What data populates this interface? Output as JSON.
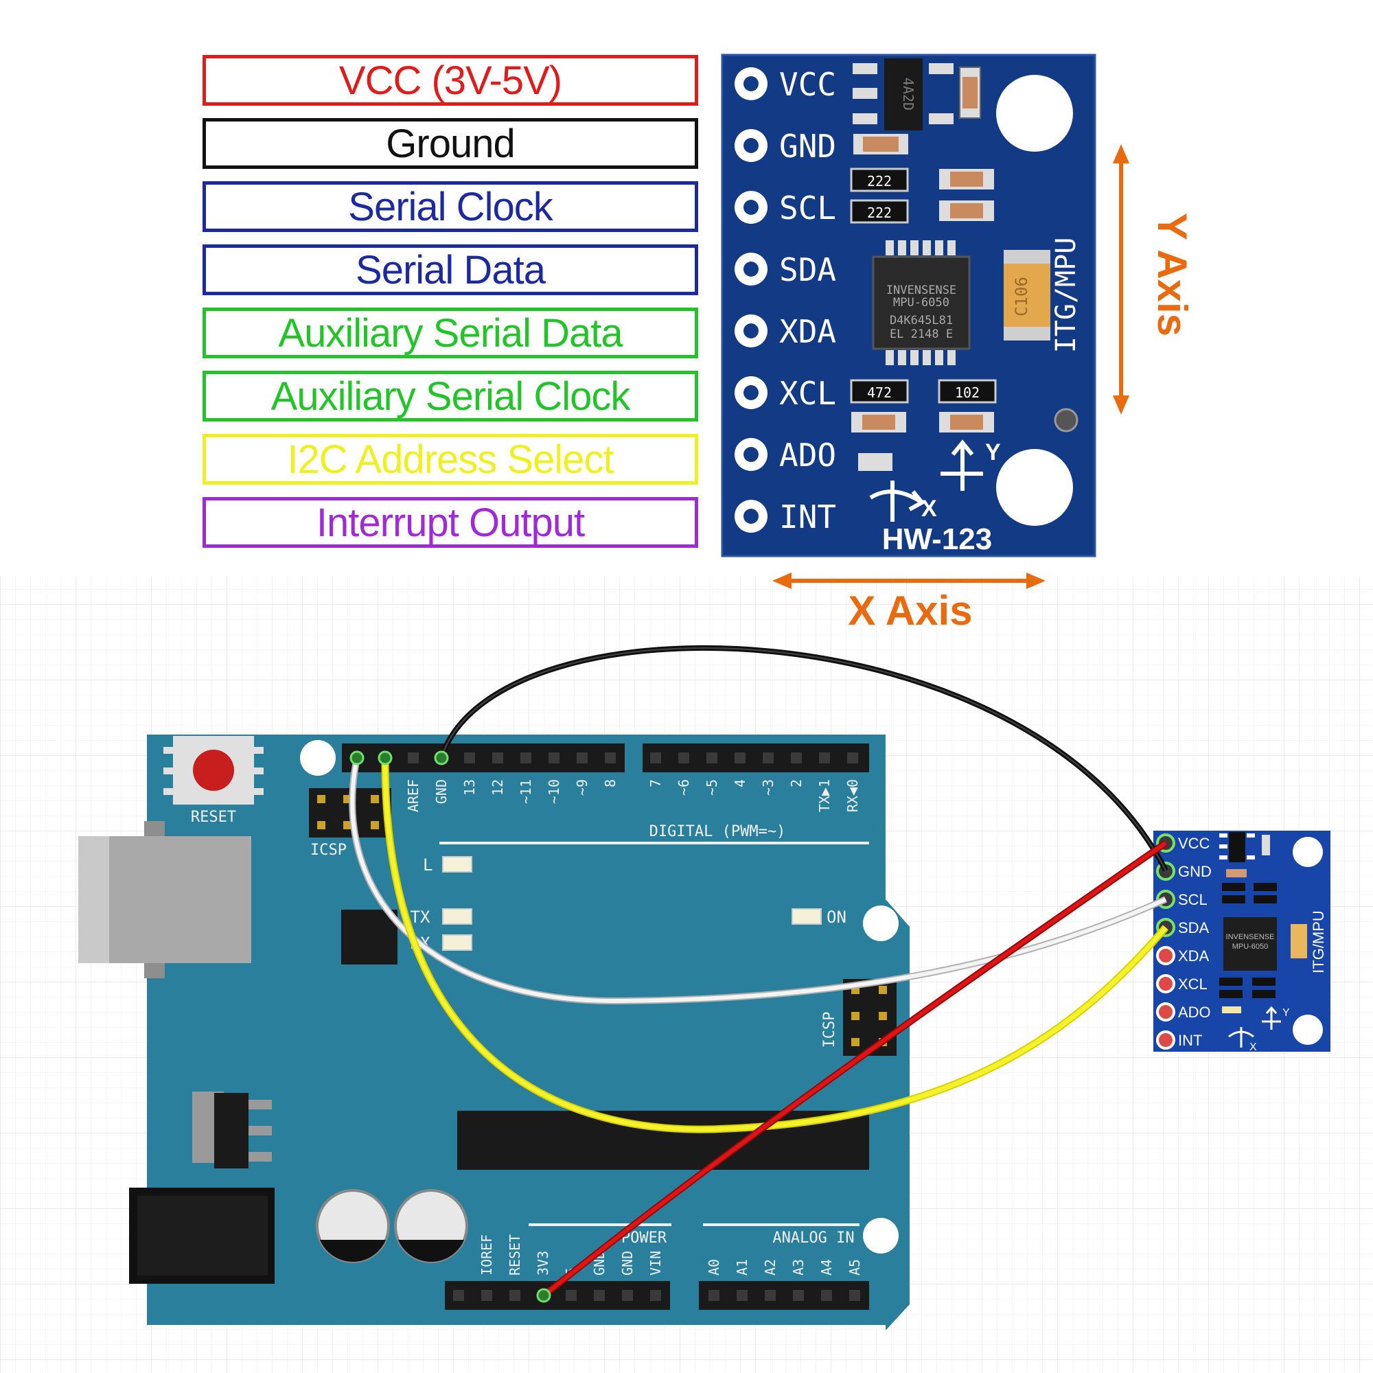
{
  "legend": [
    {
      "label": "VCC (3V-5V)",
      "color": "#e01b1b"
    },
    {
      "label": "Ground",
      "color": "#111111"
    },
    {
      "label": "Serial Clock",
      "color": "#1c2aa0"
    },
    {
      "label": "Serial Data",
      "color": "#1c2aa0"
    },
    {
      "label": "Auxiliary Serial Data",
      "color": "#22c42a"
    },
    {
      "label": "Auxiliary Serial Clock",
      "color": "#22c42a"
    },
    {
      "label": "I2C Address Select",
      "color": "#f0f020"
    },
    {
      "label": "Interrupt Output",
      "color": "#a02ad8"
    }
  ],
  "module": {
    "pins": [
      "VCC",
      "GND",
      "SCL",
      "SDA",
      "XDA",
      "XCL",
      "ADO",
      "INT"
    ],
    "chip_lines": [
      "INVENSENSE",
      "MPU-6050",
      "D4K645L81",
      "EL 2148 E"
    ],
    "board_name": "HW-123",
    "side_label": "ITG/MPU",
    "regulator_label": "4A2D",
    "cap_label": "C106",
    "resistors": [
      "222",
      "222",
      "472",
      "102"
    ],
    "axis_x_small": "X",
    "axis_y_small": "Y"
  },
  "axes": {
    "x_label": "X Axis",
    "y_label": "Y Axis",
    "color": "#ea6a10"
  },
  "arduino": {
    "reset_label": "RESET",
    "icsp_label": "ICSP",
    "icsp2_label": "ICSP",
    "digital_label": "DIGITAL (PWM=~)",
    "l_label": "L",
    "tx_label": "TX",
    "rx_label": "RX",
    "on_label": "ON",
    "power_label": "POWER",
    "analog_label": "ANALOG IN",
    "top_pins": [
      "AREF",
      "GND",
      "13",
      "12",
      "~11",
      "~10",
      "~9",
      "8",
      "7",
      "~6",
      "~5",
      "4",
      "~3",
      "2",
      "TX▶1",
      "RX◀0"
    ],
    "power_pins": [
      "IOREF",
      "RESET",
      "3V3",
      "5",
      "GND",
      "GND",
      "VIN"
    ],
    "analog_pins": [
      "A0",
      "A1",
      "A2",
      "A3",
      "A4",
      "A5"
    ]
  },
  "wiring": {
    "small_pins": [
      "VCC",
      "GND",
      "SCL",
      "SDA",
      "XDA",
      "XCL",
      "ADO",
      "INT"
    ],
    "small_chip_lines": [
      "INVENSENSE",
      "MPU-6050"
    ],
    "small_side_label": "ITG/MPU",
    "wires": [
      {
        "name": "ground-wire",
        "color": "#111111",
        "from": "GND",
        "to": "GND"
      },
      {
        "name": "vcc-wire",
        "color": "#d81010",
        "from": "3V3",
        "to": "VCC"
      },
      {
        "name": "scl-wire",
        "color": "#e8e8e8",
        "from": "SCL",
        "to": "SCL"
      },
      {
        "name": "sda-wire",
        "color": "#f2ee10",
        "from": "SDA",
        "to": "SDA"
      }
    ]
  }
}
